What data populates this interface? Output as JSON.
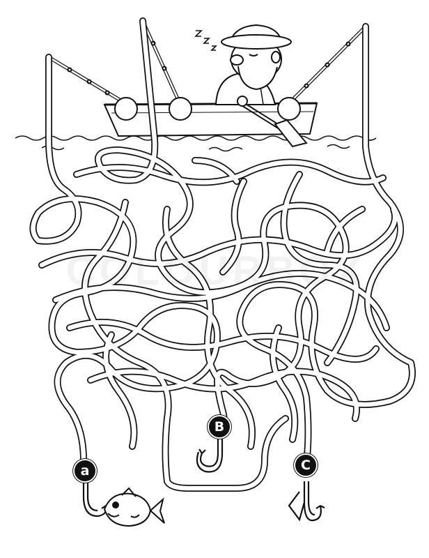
{
  "puzzle": {
    "hooks": [
      {
        "id": "a",
        "label": "a"
      },
      {
        "id": "b",
        "label": "B"
      },
      {
        "id": "c",
        "label": "C"
      }
    ],
    "sleep_symbol": "z z z",
    "watermark": "COLOURBOX"
  },
  "colors": {
    "ink": "#111111",
    "paper": "#ffffff",
    "tube_fill": "#ffffff"
  }
}
